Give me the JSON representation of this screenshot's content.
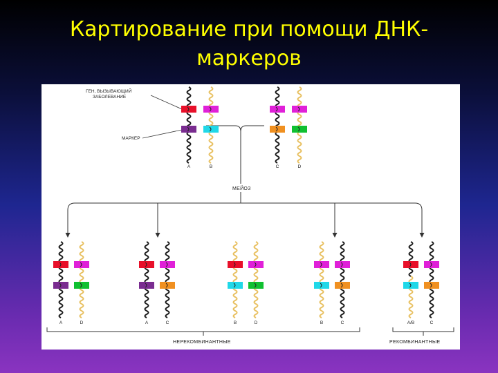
{
  "slide": {
    "title_line1": "Картирование при помощи ДНК-",
    "title_line2": "маркеров"
  },
  "diagram": {
    "disease_gene_label_line1": "ГЕН, ВЫЗЫВАЮЩИЙ",
    "disease_gene_label_line2": "ЗАБОЛЕВАНИЕ",
    "marker_label": "МАРКЕР",
    "meiosis_label": "МЕЙОЗ",
    "nonrecombinant_label": "НЕРЕКОМБИНАНТНЫЕ",
    "recombinant_label": "РЕКОМБИНАНТНЫЕ",
    "colors": {
      "black_strand": "#1a1a1a",
      "yellow_strand": "#e8c060",
      "red": "#e8102a",
      "magenta": "#e020d8",
      "purple": "#7a2c90",
      "cyan": "#20d8e8",
      "orange": "#f09020",
      "green": "#10c030"
    },
    "parents": [
      {
        "left": {
          "letter": "A",
          "strand": "black",
          "top": "red",
          "bottom": "purple"
        },
        "right": {
          "letter": "B",
          "strand": "yellow",
          "top": "magenta",
          "bottom": "cyan"
        }
      },
      {
        "left": {
          "letter": "C",
          "strand": "black",
          "top": "magenta",
          "bottom": "orange"
        },
        "right": {
          "letter": "D",
          "strand": "yellow",
          "top": "magenta",
          "bottom": "green"
        }
      }
    ],
    "offspring": [
      {
        "left": {
          "letter": "A",
          "strand": "black",
          "top": "red",
          "bottom": "purple"
        },
        "right": {
          "letter": "D",
          "strand": "yellow",
          "top": "magenta",
          "bottom": "green"
        }
      },
      {
        "left": {
          "letter": "A",
          "strand": "black",
          "top": "red",
          "bottom": "purple"
        },
        "right": {
          "letter": "C",
          "strand": "black",
          "top": "magenta",
          "bottom": "orange"
        }
      },
      {
        "left": {
          "letter": "B",
          "strand": "yellow",
          "top": "red",
          "bottom": "cyan"
        },
        "right": {
          "letter": "D",
          "strand": "yellow",
          "top": "magenta",
          "bottom": "green"
        }
      },
      {
        "left": {
          "letter": "B",
          "strand": "yellow",
          "top": "magenta",
          "bottom": "cyan"
        },
        "right": {
          "letter": "C",
          "strand": "black",
          "top": "magenta",
          "bottom": "orange"
        }
      },
      {
        "left": {
          "letter": "A/B",
          "strand": "mixed",
          "top": "red",
          "bottom": "cyan"
        },
        "right": {
          "letter": "C",
          "strand": "black",
          "top": "magenta",
          "bottom": "orange"
        }
      }
    ]
  }
}
